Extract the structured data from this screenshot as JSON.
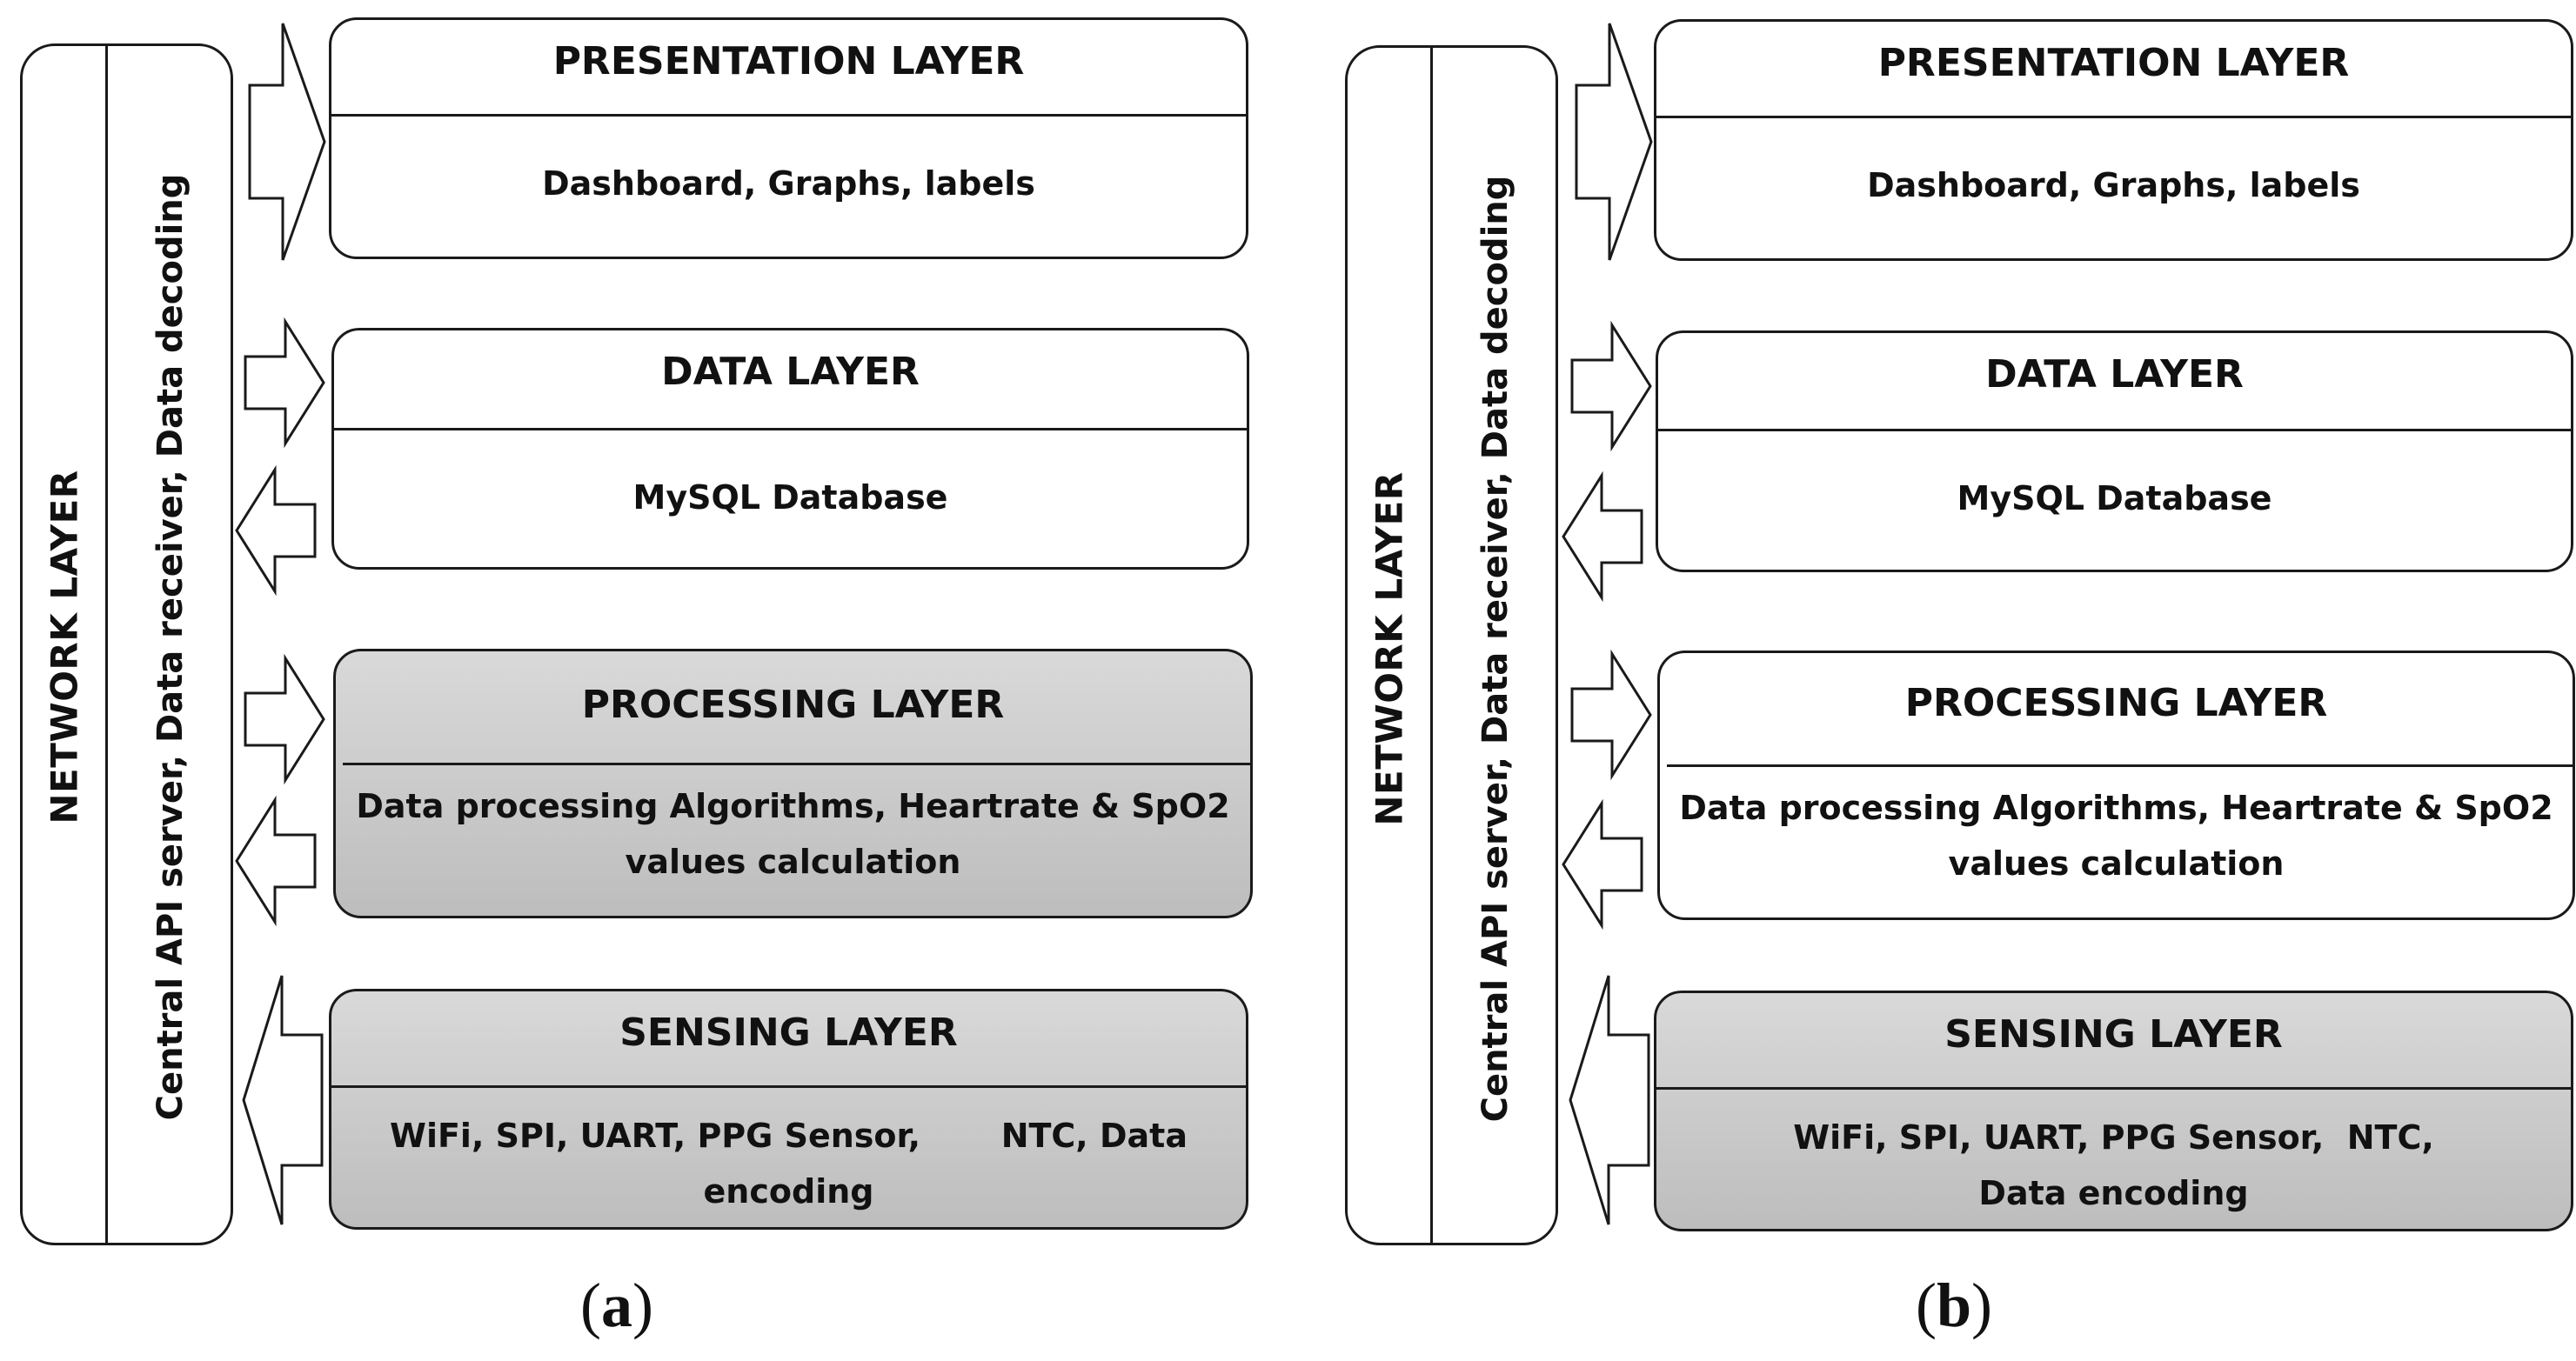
{
  "panels": [
    {
      "caption_open": "(",
      "caption_letter": "a",
      "caption_close": ")",
      "network": {
        "title": "NETWORK LAYER",
        "subtitle": "Central API server, Data receiver, Data decoding"
      },
      "layers": [
        {
          "title": "PRESENTATION LAYER",
          "desc_line1": "Dashboard, Graphs, labels",
          "desc_line2": "",
          "fill": "white"
        },
        {
          "title": "DATA LAYER",
          "desc_line1": "MySQL Database",
          "desc_line2": "",
          "fill": "white"
        },
        {
          "title": "PROCESSING LAYER",
          "desc_line1": "Data processing Algorithms, Heartrate & SpO2",
          "desc_line2": "values calculation",
          "fill": "gray"
        },
        {
          "title": "SENSING LAYER",
          "desc_line1": "WiFi, SPI, UART, PPG Sensor,       NTC, Data",
          "desc_line2": "encoding",
          "fill": "gray"
        }
      ]
    },
    {
      "caption_open": "(",
      "caption_letter": "b",
      "caption_close": ")",
      "network": {
        "title": "NETWORK LAYER",
        "subtitle": "Central API server, Data receiver, Data decoding"
      },
      "layers": [
        {
          "title": "PRESENTATION LAYER",
          "desc_line1": "Dashboard, Graphs, labels",
          "desc_line2": "",
          "fill": "white"
        },
        {
          "title": "DATA LAYER",
          "desc_line1": "MySQL Database",
          "desc_line2": "",
          "fill": "white"
        },
        {
          "title": "PROCESSING LAYER",
          "desc_line1": "Data processing Algorithms, Heartrate & SpO2",
          "desc_line2": "values calculation",
          "fill": "white"
        },
        {
          "title": "SENSING LAYER",
          "desc_line1": "WiFi, SPI, UART, PPG Sensor,  NTC,",
          "desc_line2": "Data encoding",
          "fill": "gray"
        }
      ]
    }
  ]
}
